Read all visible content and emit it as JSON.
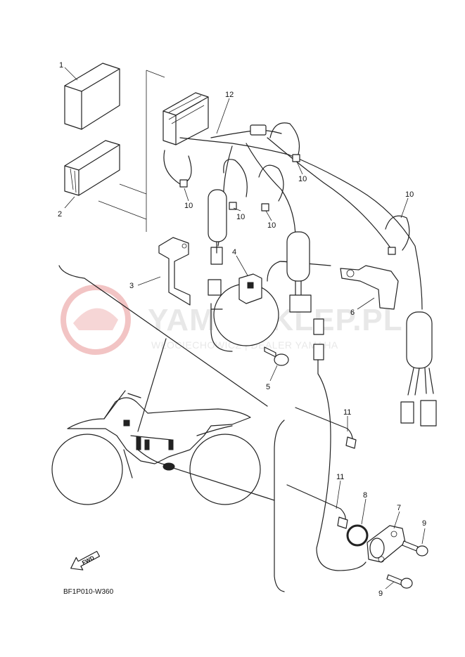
{
  "diagram_code": "BF1P010-W360",
  "fwd_label": "FWD",
  "watermark": {
    "brand": "YAMA-SKLEP.PL",
    "tagline": "WŁOCIECHOWICZ | DEALER YAMAHA"
  },
  "callouts": {
    "c1": "1",
    "c2": "2",
    "c3": "3",
    "c4": "4",
    "c5": "5",
    "c6": "6",
    "c7": "7",
    "c8": "8",
    "c9a": "9",
    "c9b": "9",
    "c10a": "10",
    "c10b": "10",
    "c10c": "10",
    "c10d": "10",
    "c10e": "10",
    "c11a": "11",
    "c11b": "11",
    "c12": "12"
  },
  "colors": {
    "line": "#222222",
    "watermark_red": "#f2c4c4"
  }
}
